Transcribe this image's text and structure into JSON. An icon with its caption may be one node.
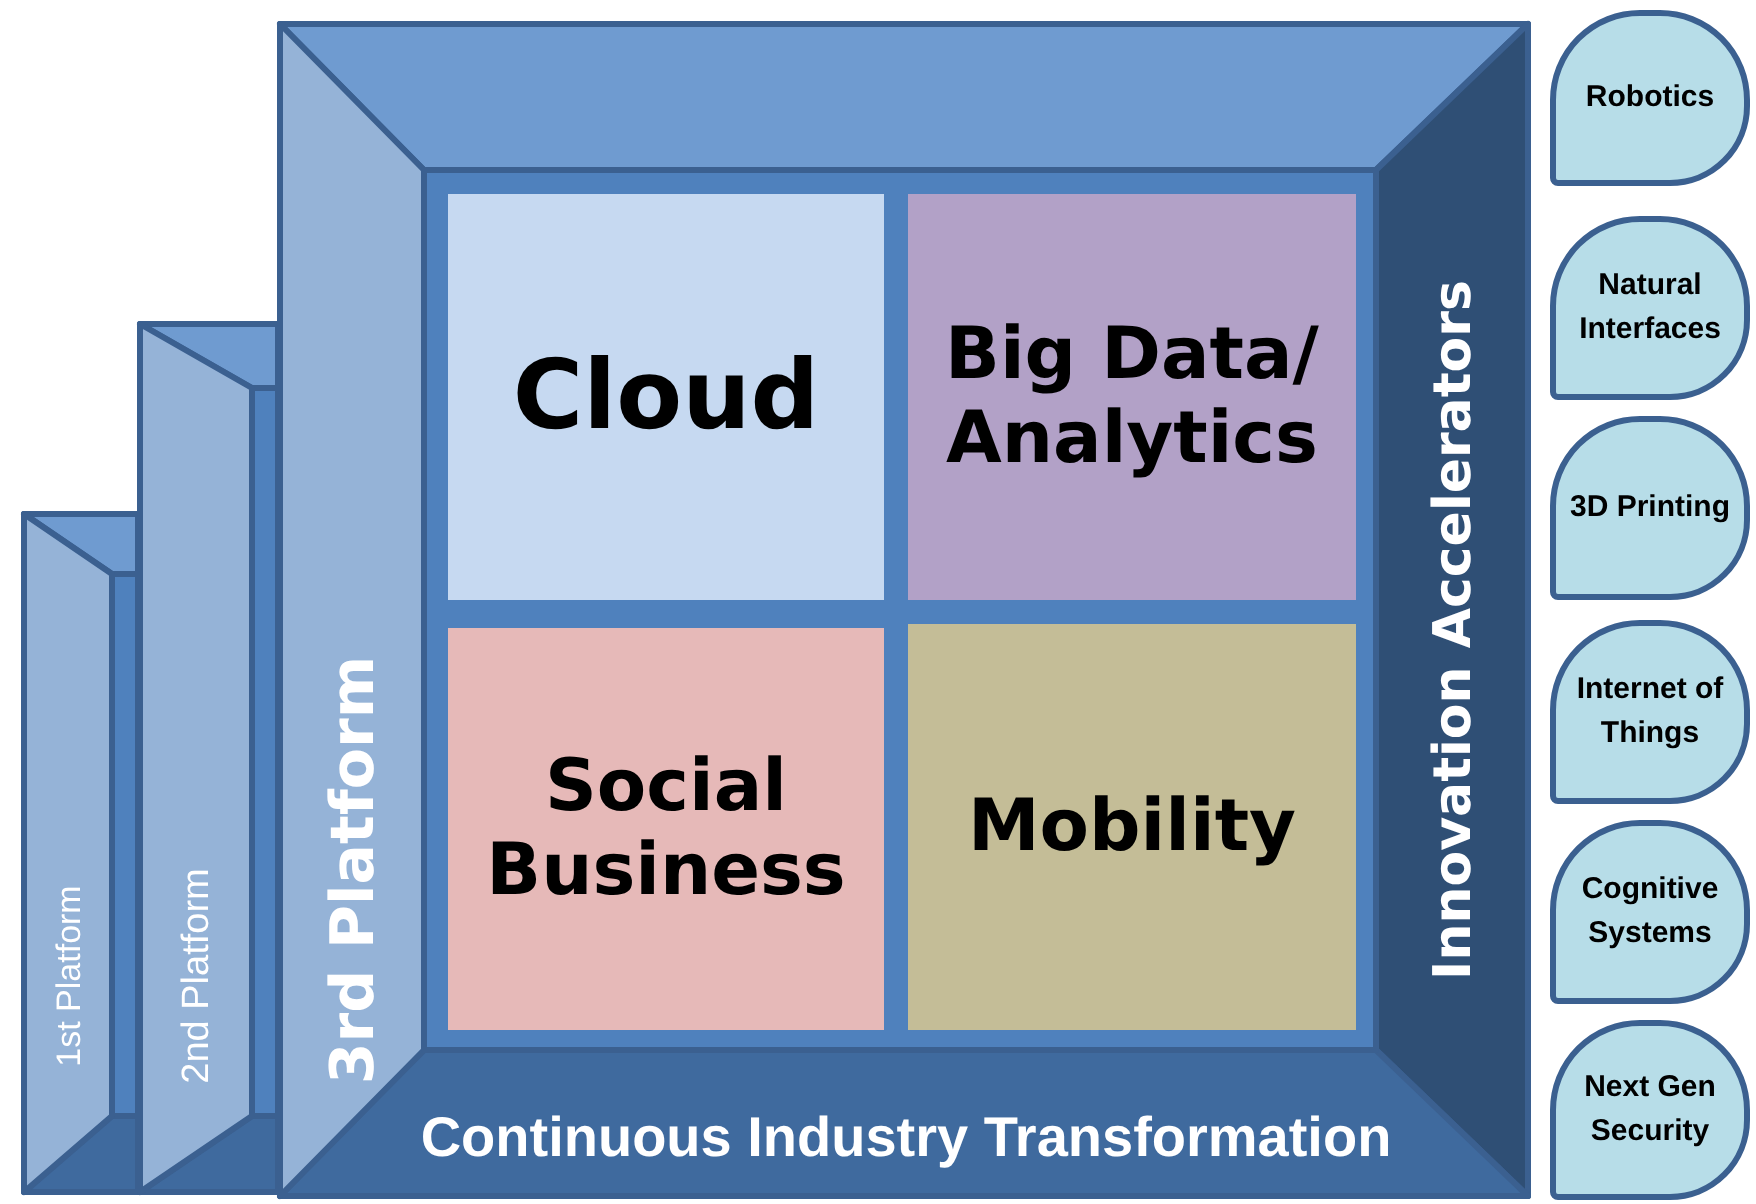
{
  "diagram": {
    "nodes": [
      {
        "text": [
          "1st Platform"
        ]
      },
      {
        "text": [
          "2nd Platform"
        ]
      },
      {
        "text": [
          "3rd Platform",
          "Innovation Accelerators",
          "Continuous Industry Transformation"
        ]
      },
      {
        "text": [
          "Cloud"
        ],
        "in": 2
      },
      {
        "text": [
          "Big Data/ Analytics"
        ],
        "in": 2
      },
      {
        "text": [
          "Social Business"
        ],
        "in": 2
      },
      {
        "text": [
          "Mobility"
        ],
        "in": 2
      },
      {
        "text": [
          "Robotics"
        ]
      },
      {
        "text": [
          "Natural Interfaces"
        ]
      },
      {
        "text": [
          "3D Printing"
        ]
      },
      {
        "text": [
          "Internet of Things"
        ]
      },
      {
        "text": [
          "Cognitive Systems"
        ]
      },
      {
        "text": [
          "Next Gen Security"
        ]
      }
    ]
  }
}
